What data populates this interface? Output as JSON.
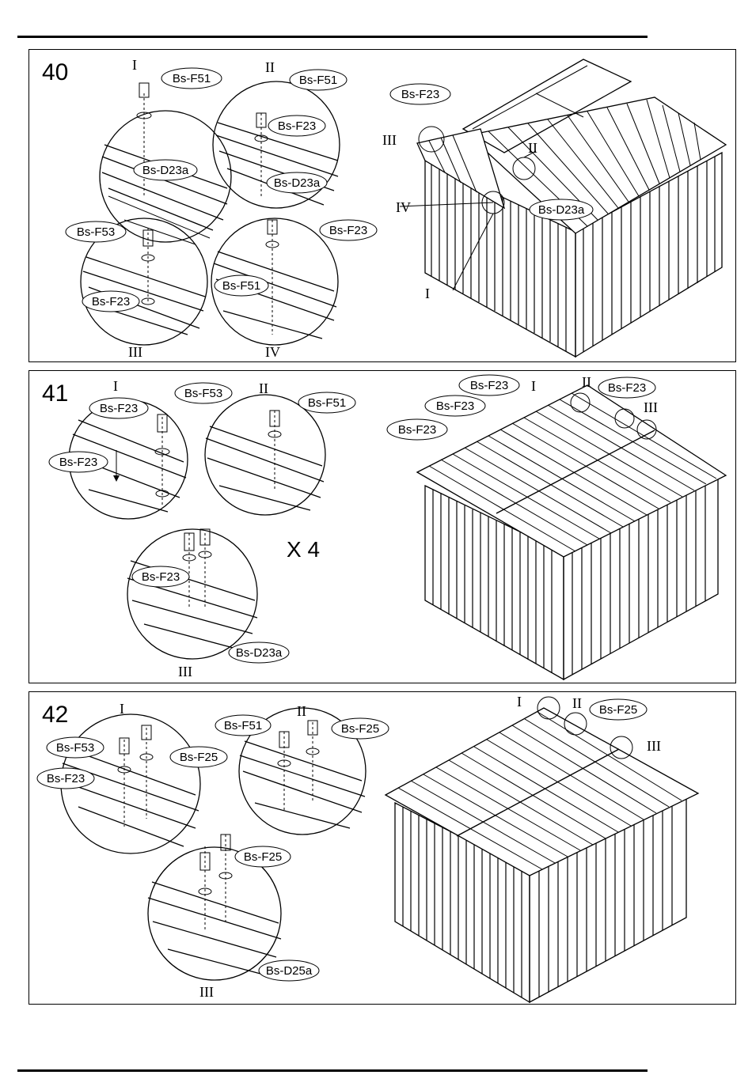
{
  "steps": [
    {
      "number": "40",
      "details": [
        {
          "roman": "I",
          "labels": [
            "Bs-F51",
            "Bs-D23a"
          ]
        },
        {
          "roman": "II",
          "labels": [
            "Bs-F51",
            "Bs-F23",
            "Bs-D23a"
          ]
        },
        {
          "roman": "III",
          "labels": [
            "Bs-F53",
            "Bs-F23"
          ]
        },
        {
          "roman": "IV",
          "labels": [
            "Bs-F23",
            "Bs-F51"
          ]
        }
      ],
      "main": {
        "labels": [
          "Bs-F23",
          "Bs-D23a"
        ],
        "romans": [
          "III",
          "IV",
          "II",
          "I"
        ]
      }
    },
    {
      "number": "41",
      "details": [
        {
          "roman": "I",
          "labels": [
            "Bs-F23",
            "Bs-F53",
            "Bs-F23"
          ]
        },
        {
          "roman": "II",
          "labels": [
            "Bs-F51"
          ]
        },
        {
          "roman": "III",
          "labels": [
            "Bs-F23",
            "Bs-D23a"
          ]
        }
      ],
      "multiplier": "X 4",
      "main": {
        "labels": [
          "Bs-F23",
          "Bs-F23",
          "Bs-F23",
          "Bs-F23"
        ],
        "romans": [
          "I",
          "II",
          "III"
        ]
      }
    },
    {
      "number": "42",
      "details": [
        {
          "roman": "I",
          "labels": [
            "Bs-F53",
            "Bs-F25",
            "Bs-F23"
          ]
        },
        {
          "roman": "II",
          "labels": [
            "Bs-F51",
            "Bs-F25"
          ]
        },
        {
          "roman": "III",
          "labels": [
            "Bs-F25",
            "Bs-D25a"
          ]
        }
      ],
      "main": {
        "labels": [
          "Bs-F25"
        ],
        "romans": [
          "I",
          "II",
          "III"
        ]
      }
    }
  ]
}
